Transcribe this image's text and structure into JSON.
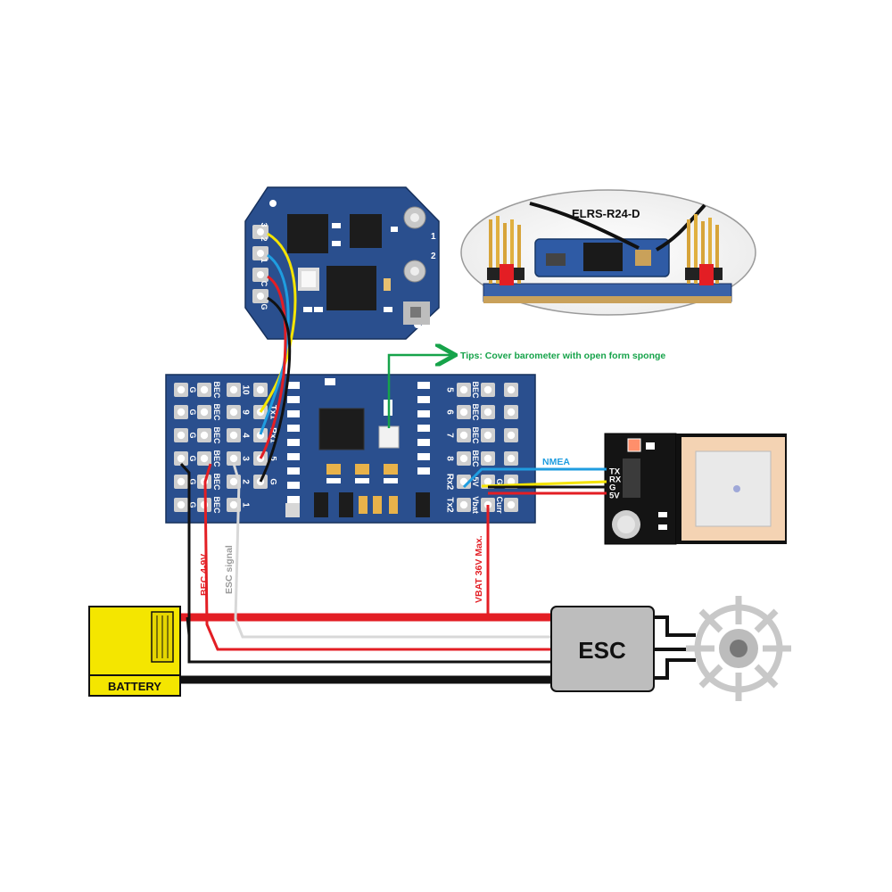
{
  "receiver": {
    "name": "ELRS-R24-D",
    "antenna_1": "1",
    "antenna_2": "2"
  },
  "tip": {
    "text": "Tips: Cover barometer with open form sponge"
  },
  "fc": {
    "left_pads": [
      "10",
      "9",
      "4",
      "3",
      "2",
      "1"
    ],
    "left_cols": [
      "G",
      "BEC",
      "G",
      "BEC",
      "G",
      "BEC",
      "G",
      "BEC",
      "G",
      "BEC",
      "G",
      "BEC"
    ],
    "uart": [
      "Tx1",
      "Rx1",
      "5",
      "G"
    ],
    "right_pads": [
      "5",
      "6",
      "7",
      "8",
      "Rx2",
      "Tx2"
    ],
    "right_cols": [
      "BEC",
      "BEC",
      "BEC",
      "BEC",
      "5V",
      "Vbat",
      "G",
      "Curr"
    ],
    "rec_pins": [
      "3",
      "2",
      "1",
      "C",
      "G"
    ]
  },
  "gps": {
    "nmea": "NMEA",
    "pins": [
      "TX",
      "RX",
      "G",
      "5V"
    ]
  },
  "labels": {
    "bec": "BEC 4-9V",
    "esc_signal": "ESC signal",
    "vbat": "VBAT 36V Max.",
    "battery": "BATTERY",
    "esc": "ESC"
  },
  "colors": {
    "pcb": "#2a4f8e",
    "wire_red": "#e31e24",
    "wire_black": "#111111",
    "wire_yellow": "#f5e400",
    "wire_blue": "#1f9de0",
    "wire_white": "#d8d8d8",
    "tip_green": "#16a34a",
    "battery_yellow": "#f4e600",
    "esc_grey": "#bdbdbd"
  }
}
